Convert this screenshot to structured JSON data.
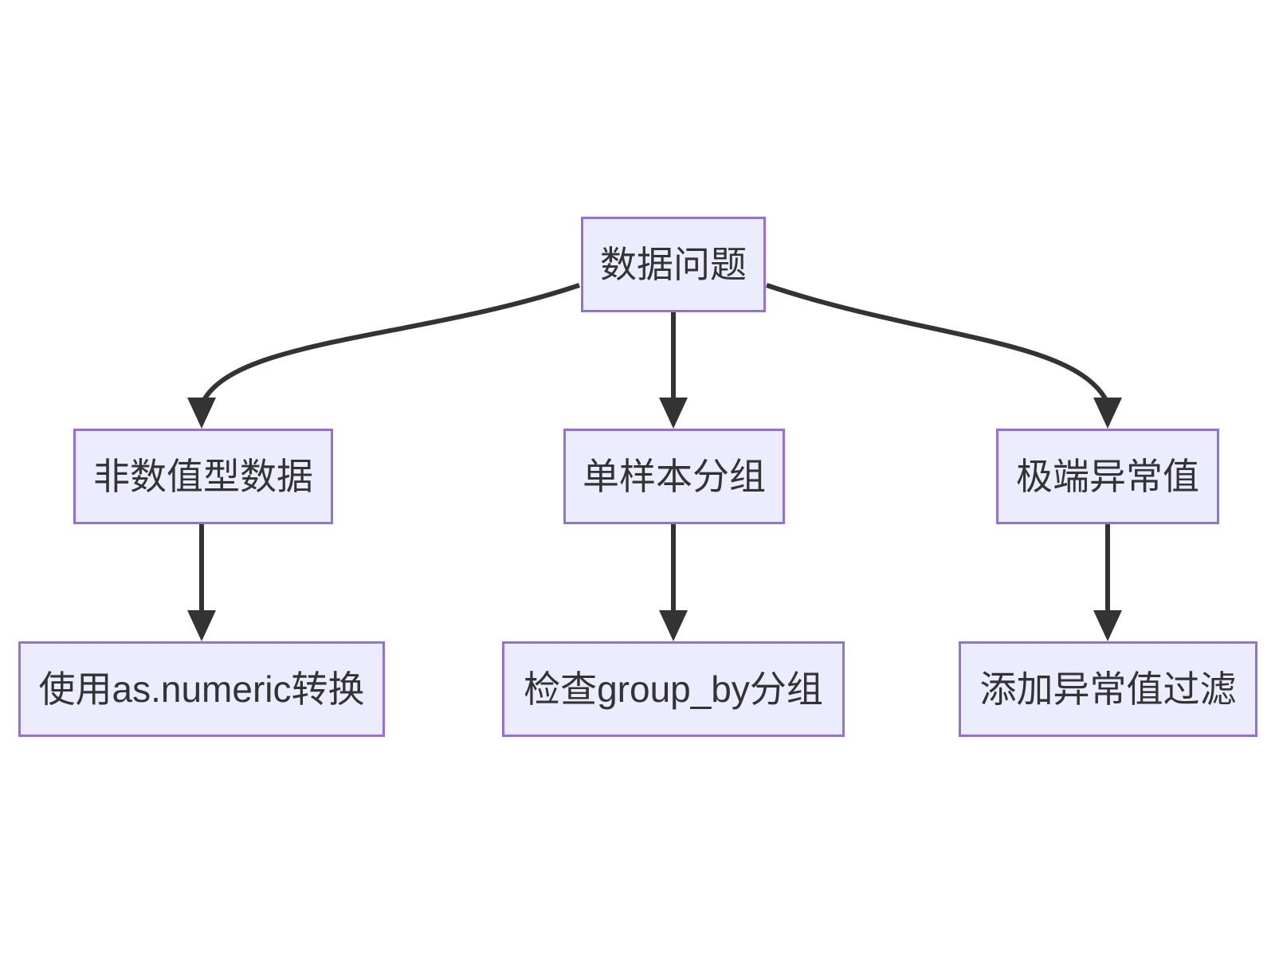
{
  "diagram": {
    "type": "flowchart",
    "direction": "top-down",
    "colors": {
      "background": "#FFFFFF",
      "node_fill": "#ECECFF",
      "node_border": "#9370DB",
      "node_text": "#333333",
      "edge": "#333333"
    },
    "nodes": {
      "root": {
        "label": "数据问题"
      },
      "branch_left": {
        "label": "非数值型数据"
      },
      "branch_middle": {
        "label": "单样本分组"
      },
      "branch_right": {
        "label": "极端异常值"
      },
      "action_left": {
        "label": "使用as.numeric转换"
      },
      "action_middle": {
        "label": "检查group_by分组"
      },
      "action_right": {
        "label": "添加异常值过滤"
      }
    },
    "edges": [
      {
        "from": "数据问题",
        "to": "非数值型数据"
      },
      {
        "from": "数据问题",
        "to": "单样本分组"
      },
      {
        "from": "数据问题",
        "to": "极端异常值"
      },
      {
        "from": "非数值型数据",
        "to": "使用as.numeric转换"
      },
      {
        "from": "单样本分组",
        "to": "检查group_by分组"
      },
      {
        "from": "极端异常值",
        "to": "添加异常值过滤"
      }
    ]
  }
}
